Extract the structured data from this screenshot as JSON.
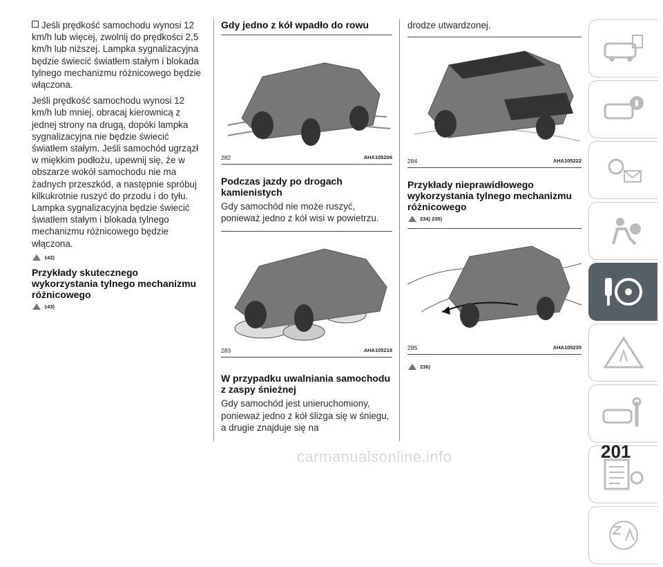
{
  "col1": {
    "p1": "Jeśli prędkość samochodu wynosi 12 km/h lub więcej, zwolnij do prędkości 2,5 km/h lub niższej. Lampka sygnalizacyjna będzie świecić światłem stałym i blokada tylnego mechanizmu różnicowego będzie włączona.",
    "p2": "Jeśli prędkość samochodu wynosi 12 km/h lub mniej, obracaj kierownicą z jednej strony na drugą, dopóki lampka sygnalizacyjna nie będzie świecić światłem stałym. Jeśli samochód ugrzązł w miękkim podłożu, upewnij się, że w obszarze wokół samochodu nie ma żadnych przeszkód, a następnie spróbuj kilkukrotnie ruszyć do przodu i do tyłu. Lampka sygnalizacyjna będzie świecić światłem stałym i blokada tylnego mechanizmu różnicowego będzie włączona.",
    "ref1": "142)",
    "heading": "Przykłady skutecznego wykorzystania tylnego mechanizmu różnicowego",
    "ref2": "143)"
  },
  "col2": {
    "heading1": "Gdy jedno z kół wpadło do rowu",
    "fig1_num": "282",
    "fig1_code": "AHA105206",
    "heading2": "Podczas jazdy po drogach kamienistych",
    "p1": "Gdy samochód nie może ruszyć, ponieważ jedno z kół wisi w powietrzu.",
    "fig2_num": "283",
    "fig2_code": "AHA105219",
    "heading3": "W przypadku uwalniania samochodu z zaspy śnieżnej",
    "p2": "Gdy samochód jest unieruchomiony, ponieważ jedno z kół ślizga się w śniegu, a drugie znajduje się na"
  },
  "col3": {
    "p1": "drodze utwardzonej.",
    "fig1_num": "284",
    "fig1_code": "AHA105222",
    "heading": "Przykłady nieprawidłowego wykorzystania tylnego mechanizmu różnicowego",
    "ref1": "234) 235)",
    "fig2_num": "285",
    "fig2_code": "AHA105235",
    "ref2": "236)"
  },
  "page_number": "201",
  "watermark": "carmanualsonline.info",
  "sidebar": {
    "items": [
      "car-info-icon",
      "car-i-icon",
      "warning-lights-icon",
      "airbag-icon",
      "steering-key-icon",
      "road-warning-icon",
      "car-wrench-icon",
      "specs-list-icon",
      "alphabet-index-icon"
    ],
    "active_index": 4,
    "active_color": "#556066"
  }
}
